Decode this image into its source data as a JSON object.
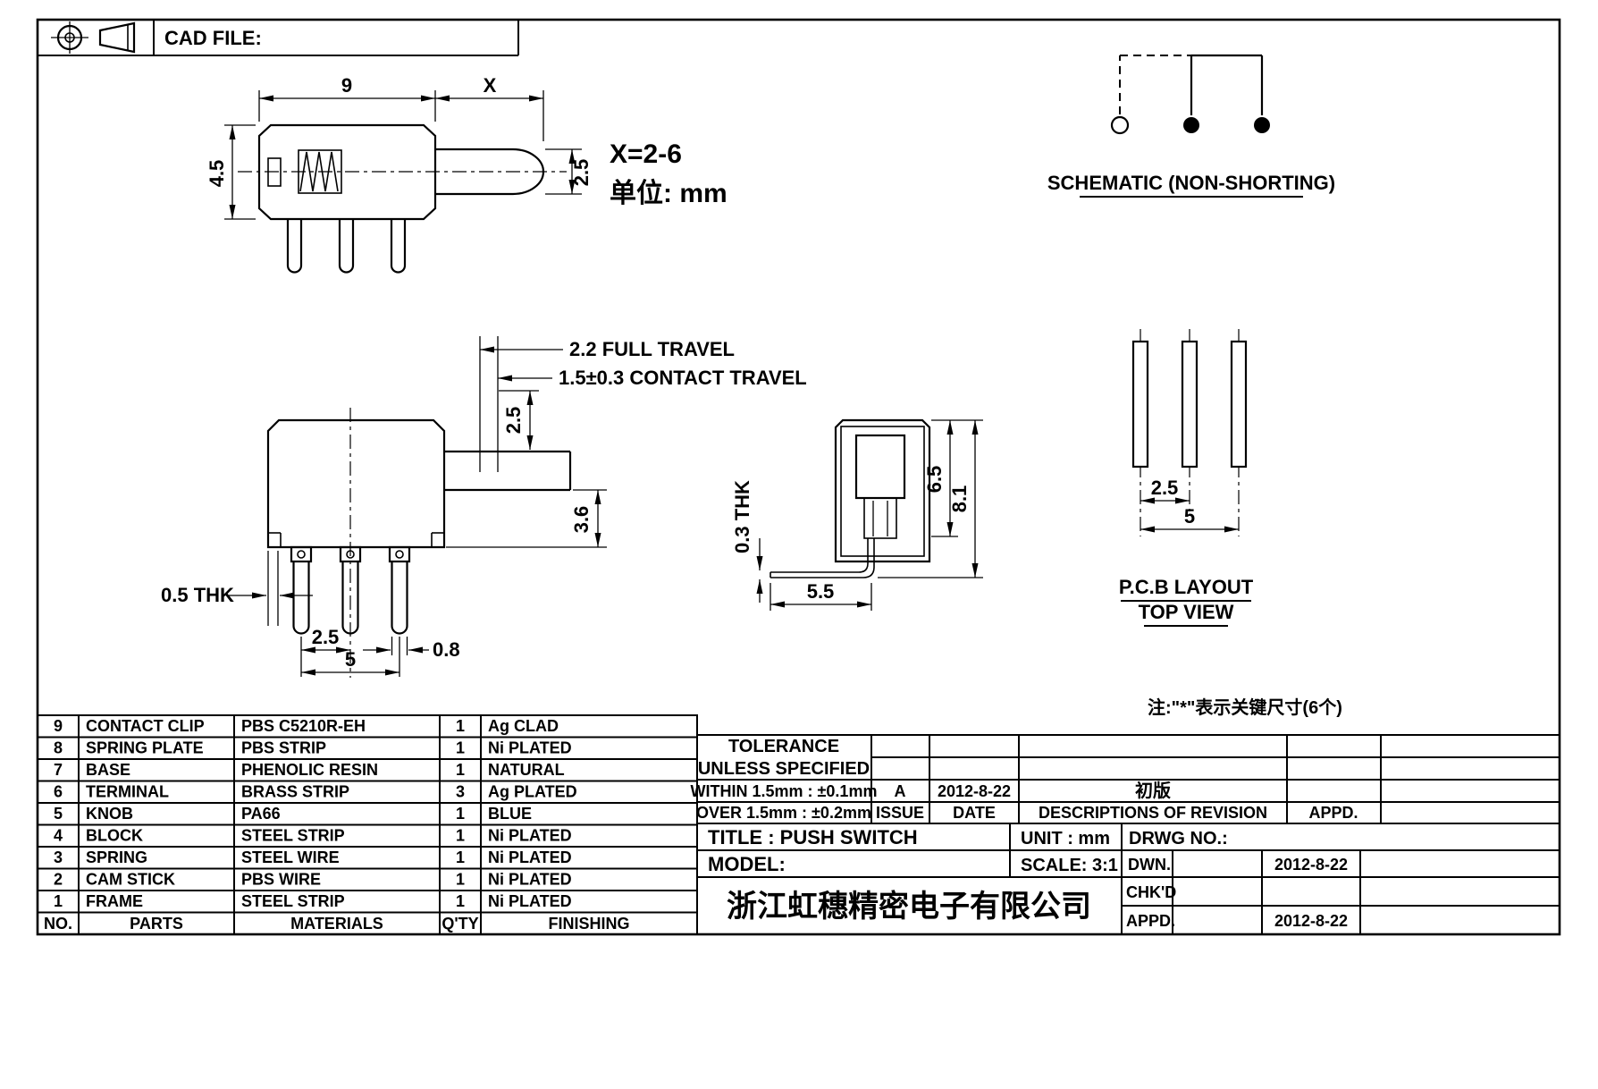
{
  "header": {
    "cad_file": "CAD FILE:"
  },
  "side_view": {
    "dim_width": "9",
    "dim_x": "X",
    "dim_height": "4.5",
    "dim_plunger": "2.5",
    "note_x": "X=2-6",
    "note_unit": "单位: mm"
  },
  "schematic": {
    "label": "SCHEMATIC (NON-SHORTING)"
  },
  "front_view": {
    "full_travel": "2.2 FULL TRAVEL",
    "contact_travel": "1.5±0.3 CONTACT TRAVEL",
    "dim_top": "2.5",
    "dim_side": "3.6",
    "thk": "0.5 THK",
    "pin_pitch": "2.5",
    "pin_span": "5",
    "pin_width": "0.8"
  },
  "section_view": {
    "dim_inner": "6.5",
    "dim_outer": "8.1",
    "thk": "0.3 THK",
    "dim_bottom": "5.5"
  },
  "pcb": {
    "pitch": "2.5",
    "span": "5",
    "title": "P.C.B LAYOUT",
    "subtitle": "TOP VIEW"
  },
  "note": "注:\"*\"表示关键尺寸(6个)",
  "bom": {
    "headers": [
      "NO.",
      "PARTS",
      "MATERIALS",
      "Q'TY",
      "FINISHING"
    ],
    "rows": [
      [
        "9",
        "CONTACT CLIP",
        "PBS C5210R-EH",
        "1",
        "Ag CLAD"
      ],
      [
        "8",
        "SPRING PLATE",
        "PBS STRIP",
        "1",
        "Ni PLATED"
      ],
      [
        "7",
        "BASE",
        "PHENOLIC RESIN",
        "1",
        "NATURAL"
      ],
      [
        "6",
        "TERMINAL",
        "BRASS STRIP",
        "3",
        "Ag PLATED"
      ],
      [
        "5",
        "KNOB",
        "PA66",
        "1",
        "BLUE"
      ],
      [
        "4",
        "BLOCK",
        "STEEL STRIP",
        "1",
        "Ni PLATED"
      ],
      [
        "3",
        "SPRING",
        "STEEL WIRE",
        "1",
        "Ni PLATED"
      ],
      [
        "2",
        "CAM STICK",
        "PBS WIRE",
        "1",
        "Ni PLATED"
      ],
      [
        "1",
        "FRAME",
        "STEEL STRIP",
        "1",
        "Ni PLATED"
      ]
    ]
  },
  "title_block": {
    "tolerance_line1": "TOLERANCE",
    "tolerance_line2": "UNLESS SPECIFIED",
    "within": "WITHIN 1.5mm : ±0.1mm",
    "over": "OVER 1.5mm : ±0.2mm",
    "issue_label": "ISSUE",
    "date_label": "DATE",
    "descriptions_label": "DESCRIPTIONS OF REVISION",
    "appd_label": "APPD.",
    "issue_value": "A",
    "issue_date": "2012-8-22",
    "revision_desc": "初版",
    "title": "TITLE : PUSH SWITCH",
    "model_label": "MODEL:",
    "unit": "UNIT :  mm",
    "scale": "SCALE:  3:1",
    "drwg_no": "DRWG NO.:",
    "dwn_label": "DWN.",
    "chkd_label": "CHK'D",
    "appd_row_label": "APPD.",
    "dwn_date": "2012-8-22",
    "appd_date": "2012-8-22",
    "company": "浙江虹穗精密电子有限公司"
  }
}
